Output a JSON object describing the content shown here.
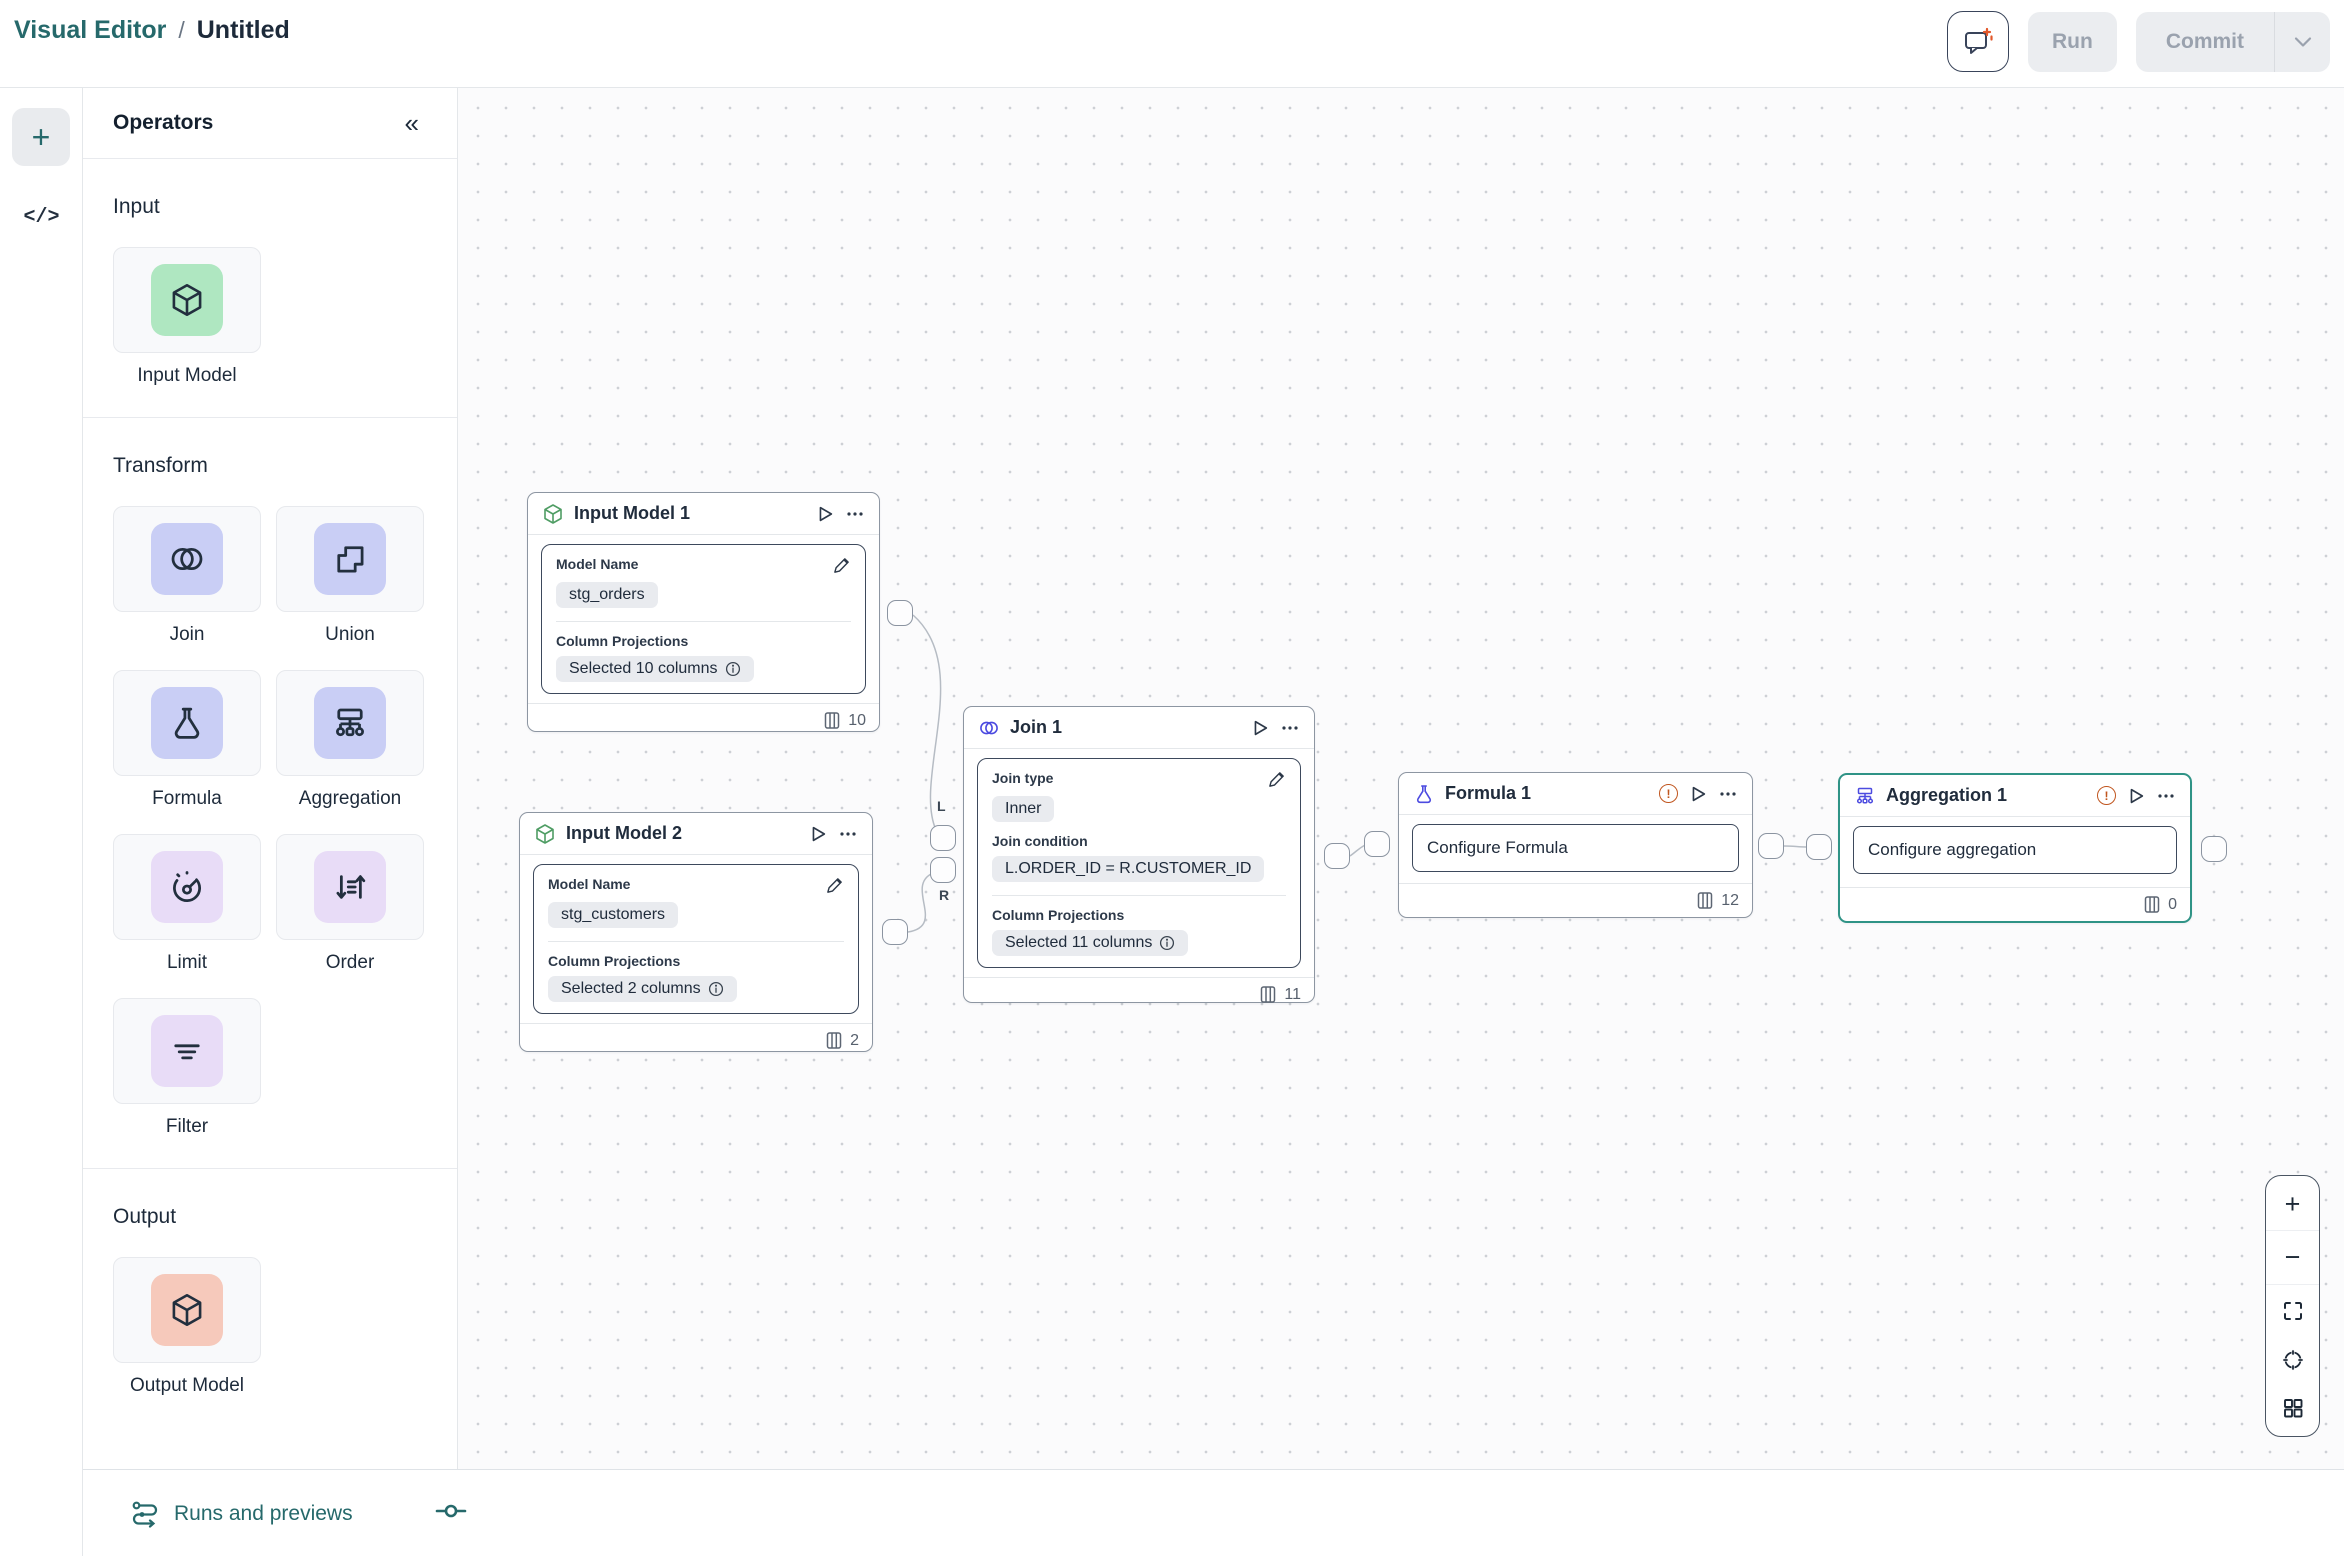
{
  "header": {
    "breadcrumb": {
      "app": "Visual Editor",
      "separator": "/",
      "title": "Untitled"
    },
    "run_label": "Run",
    "commit_label": "Commit"
  },
  "icons": {
    "plus": "+",
    "code": "</>",
    "collapse": "«",
    "zoom_in": "+",
    "zoom_out": "−"
  },
  "operators": {
    "title": "Operators",
    "input": {
      "title": "Input",
      "items": [
        {
          "label": "Input Model"
        }
      ]
    },
    "transform": {
      "title": "Transform",
      "items": [
        {
          "label": "Join"
        },
        {
          "label": "Union"
        },
        {
          "label": "Formula"
        },
        {
          "label": "Aggregation"
        },
        {
          "label": "Limit"
        },
        {
          "label": "Order"
        },
        {
          "label": "Filter"
        }
      ]
    },
    "output": {
      "title": "Output",
      "items": [
        {
          "label": "Output Model"
        }
      ]
    }
  },
  "nodes": {
    "input_model_1": {
      "title": "Input Model 1",
      "model_name_label": "Model Name",
      "model_name": "stg_orders",
      "projections_label": "Column Projections",
      "projections": "Selected 10 columns",
      "column_count": "10"
    },
    "input_model_2": {
      "title": "Input Model 2",
      "model_name_label": "Model Name",
      "model_name": "stg_customers",
      "projections_label": "Column Projections",
      "projections": "Selected 2 columns",
      "column_count": "2"
    },
    "join_1": {
      "title": "Join 1",
      "type_label": "Join type",
      "type_value": "Inner",
      "condition_label": "Join condition",
      "condition_value": "L.ORDER_ID = R.CUSTOMER_ID",
      "projections_label": "Column Projections",
      "projections": "Selected 11 columns",
      "column_count": "11",
      "port_left": "L",
      "port_right": "R",
      "warning": "!"
    },
    "formula_1": {
      "title": "Formula 1",
      "configure_label": "Configure Formula",
      "column_count": "12",
      "warning": "!"
    },
    "aggregation_1": {
      "title": "Aggregation 1",
      "configure_label": "Configure aggregation",
      "column_count": "0",
      "warning": "!"
    }
  },
  "bottom_bar": {
    "runs_label": "Runs and previews"
  },
  "colors": {
    "accent_teal": "#26696B",
    "selected_node_border": "#2F9386",
    "warning_orange": "#C0561F",
    "input_tile_green": "#AFE7C1",
    "transform_tile_lavender": "#C9CEF5",
    "transform_tile_purple": "#E8DCF7",
    "output_tile_salmon": "#F6C9BB",
    "node_icon_indigo": "#4C4BE0",
    "node_icon_green": "#4F9D64",
    "disabled_button_bg": "#EBEDF0",
    "edge_gray": "#B6BCC4"
  }
}
